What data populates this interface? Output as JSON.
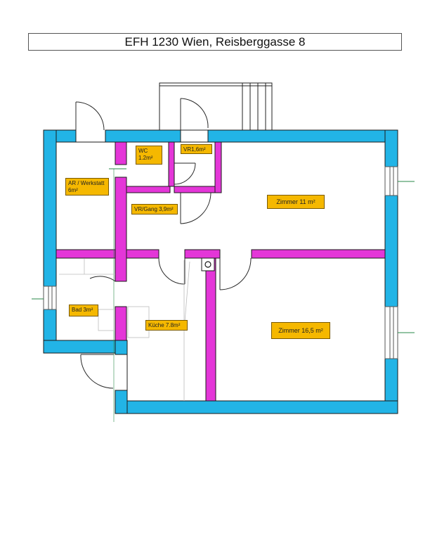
{
  "title": "EFH 1230 Wien, Reisberggasse 8",
  "colors": {
    "exterior_wall": "#22b4e6",
    "interior_wall": "#e436d8",
    "label_bg": "#f5b800",
    "outline": "#1a1a1a"
  },
  "rooms": {
    "wc": "WC\n1.2m²",
    "vr1": "VR1,6m²",
    "ar_werkstatt": "AR / Werkstatt\n6m²",
    "zimmer_11": "Zimmer 11 m²",
    "vr_gang": "VR/Gang 3,9m²",
    "bad": "Bad 3m²",
    "kueche": "Küche 7.8m²",
    "zimmer_16": "Zimmer 16,5 m²"
  }
}
